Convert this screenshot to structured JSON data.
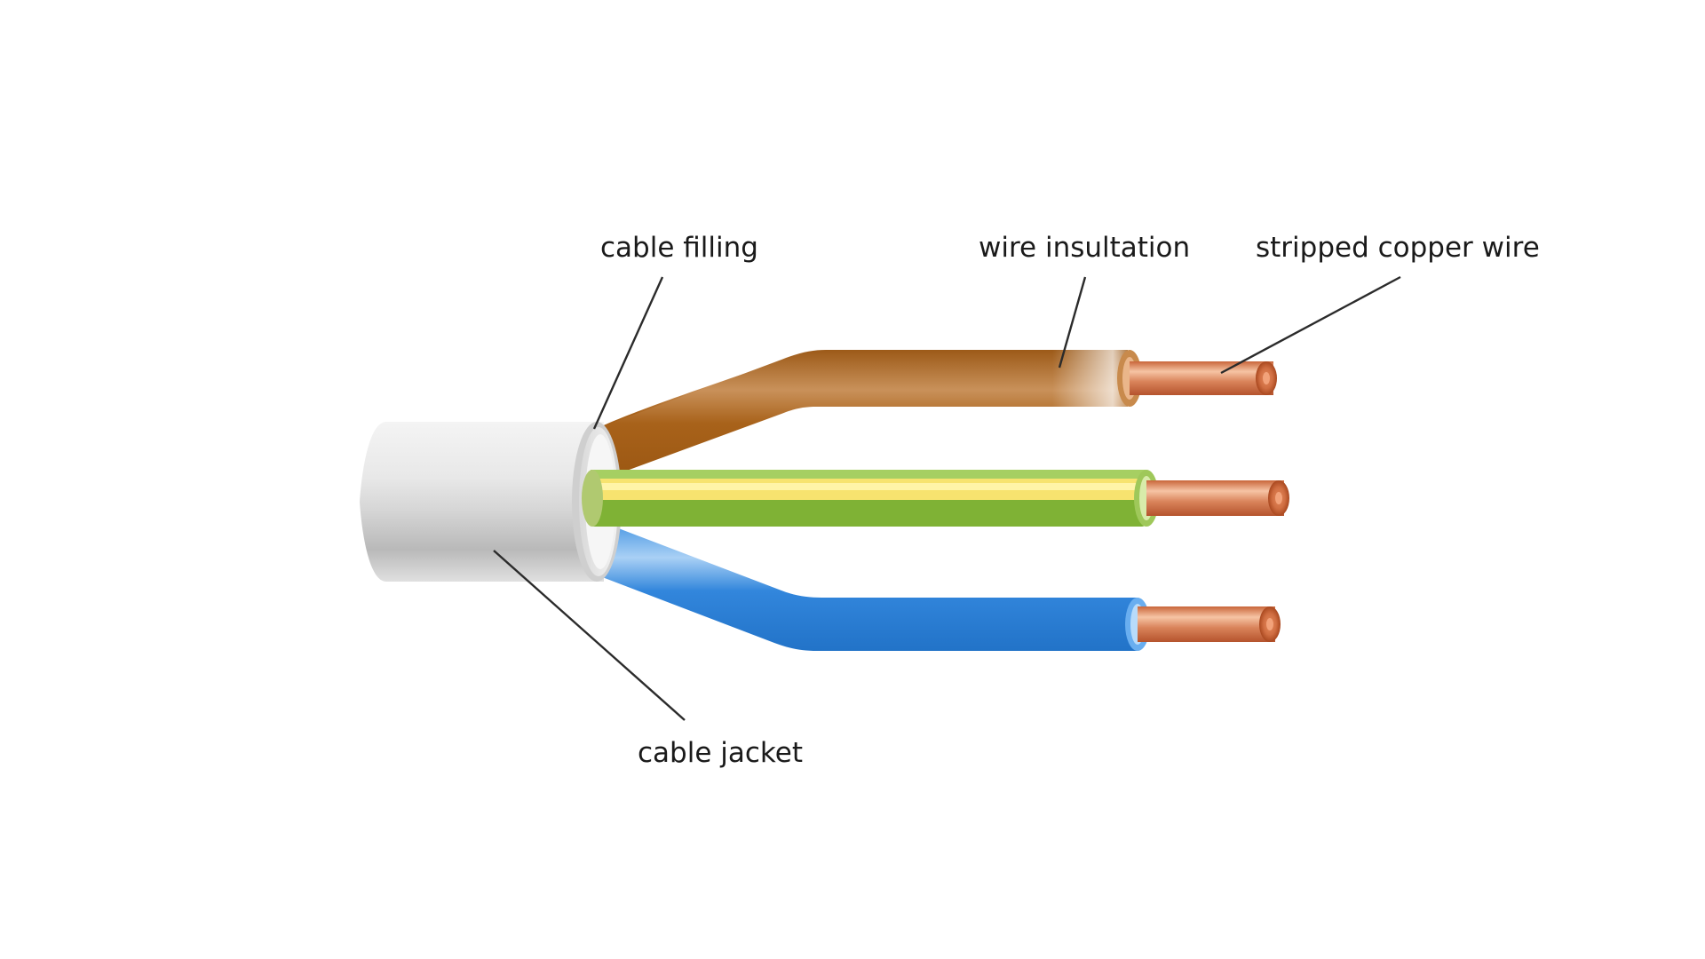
{
  "labels": {
    "cable_filling": "cable filling",
    "wire_insulation": "wire insultation",
    "stripped_copper_wire": "stripped copper wire",
    "cable_jacket": "cable jacket"
  },
  "colors": {
    "background": "#ffffff",
    "jacket": "#e6e6e6",
    "brown_wire": "#a8621a",
    "earth_green": "#7fb235",
    "earth_yellow": "#f7e36f",
    "blue_wire": "#3286dc",
    "copper": "#d9835a"
  }
}
